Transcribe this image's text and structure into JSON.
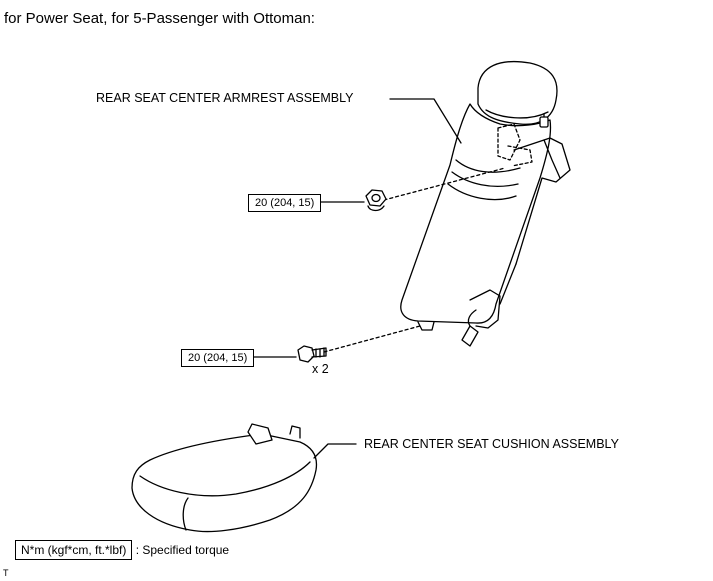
{
  "title": "for Power Seat, for 5-Passenger with Ottoman:",
  "labels": {
    "armrest": "REAR SEAT CENTER ARMREST ASSEMBLY",
    "cushion": "REAR CENTER SEAT CUSHION ASSEMBLY"
  },
  "torque": {
    "upper": "20 (204, 15)",
    "lower": "20 (204, 15)",
    "lower_qty": "x 2"
  },
  "legend": {
    "unit": "N*m (kgf*cm, ft.*lbf)",
    "text": ": Specified torque"
  },
  "corner_mark": "T"
}
